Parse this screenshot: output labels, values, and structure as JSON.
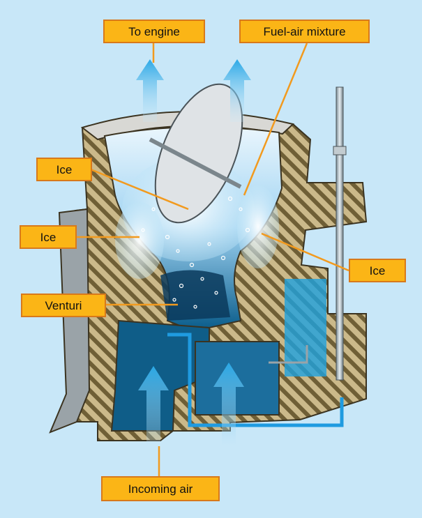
{
  "labels": {
    "to_engine": "To engine",
    "fuel_air_mixture": "Fuel-air mixture",
    "ice_top_left": "Ice",
    "ice_left": "Ice",
    "ice_right": "Ice",
    "venturi": "Venturi",
    "incoming_air": "Incoming air"
  },
  "colors": {
    "background": "#c8e7f8",
    "label_fill": "#fbb516",
    "label_border": "#d8791b",
    "leader_line": "#f29a1e",
    "housing_hatch": "#8d7c4b",
    "fuel_line": "#1f9be0"
  }
}
